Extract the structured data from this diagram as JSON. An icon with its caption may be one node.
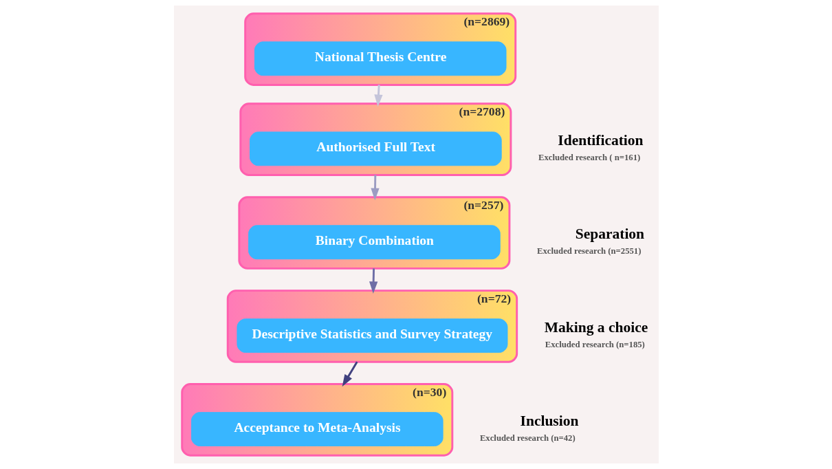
{
  "diagram": {
    "nodes": [
      {
        "text": [
          "(n=2869)"
        ]
      },
      {
        "text": [
          "National Thesis Centre"
        ],
        "in": 0
      },
      {
        "text": [
          "(n=2708)"
        ]
      },
      {
        "text": [
          "Authorised Full Text"
        ],
        "in": 2
      },
      {
        "text": [
          "(n=257)"
        ]
      },
      {
        "text": [
          "Binary Combination"
        ],
        "in": 4
      },
      {
        "text": [
          "(n=72)"
        ]
      },
      {
        "text": [
          "Descriptive Statistics and Survey Strategy"
        ],
        "in": 6
      },
      {
        "text": [
          "(n=30)"
        ]
      },
      {
        "text": [
          "Acceptance to Meta-Analysis"
        ],
        "in": 8
      }
    ],
    "edges": [
      {
        "from": 0,
        "to": 2,
        "arrow": "to",
        "color": "#c4c4da"
      },
      {
        "from": 2,
        "to": 4,
        "arrow": "to",
        "color": "#9c9cc2"
      },
      {
        "from": 4,
        "to": 6,
        "arrow": "to",
        "color": "#6e6ea6"
      },
      {
        "from": 6,
        "to": 8,
        "arrow": "to",
        "color": "#41417f"
      }
    ],
    "labels": [
      "Identification",
      "Excluded research ( n=161)",
      "Separation",
      "Excluded research (n=2551)",
      "Making a choice",
      "Excluded research (n=185)",
      "Inclusion",
      "Excluded research (n=42)"
    ]
  }
}
